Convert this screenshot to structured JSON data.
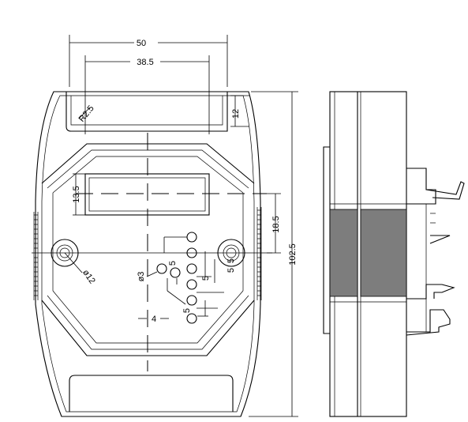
{
  "dimensions": {
    "overall_width": "50",
    "inner_width": "38.5",
    "top_tab_height": "12",
    "corner_radius": "R2.5",
    "window_height": "13.5",
    "mount_offset": "18.5",
    "overall_height": "102.5",
    "mount_hole": "ø12",
    "led_hole": "ø3",
    "led_spacing_1": "5",
    "led_spacing_2": "5",
    "led_spacing_3": "5",
    "led_spacing_4": "5",
    "led_spacing_5": "5",
    "led_offset": "4"
  }
}
